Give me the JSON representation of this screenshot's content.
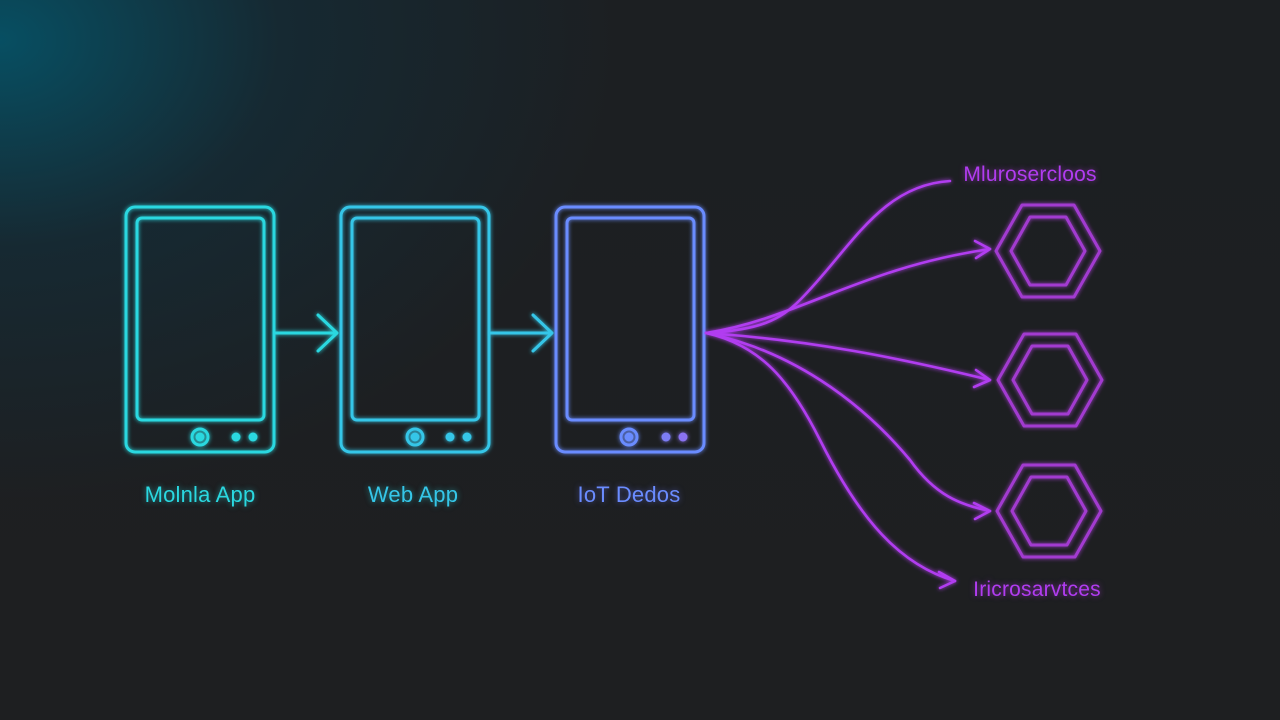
{
  "colors": {
    "background": "#1d1f21",
    "cyan": "#2ad8e0",
    "teal": "#35c6e8",
    "blue": "#6a8cff",
    "purple": "#b13cf0",
    "hexagon": "#a23ad0"
  },
  "clients": [
    {
      "label": "Molnla App",
      "color": "#2ad8e0"
    },
    {
      "label": "Web App",
      "color": "#35c6e8"
    },
    {
      "label": "IoT Dedos",
      "color": "#6a8cff"
    }
  ],
  "services": {
    "top_label": "Mlurosercloos",
    "bottom_label": "Iricrosarvtces",
    "nodes": [
      {
        "icon": "hexagon-icon"
      },
      {
        "icon": "hexagon-icon"
      },
      {
        "icon": "hexagon-icon"
      }
    ]
  }
}
